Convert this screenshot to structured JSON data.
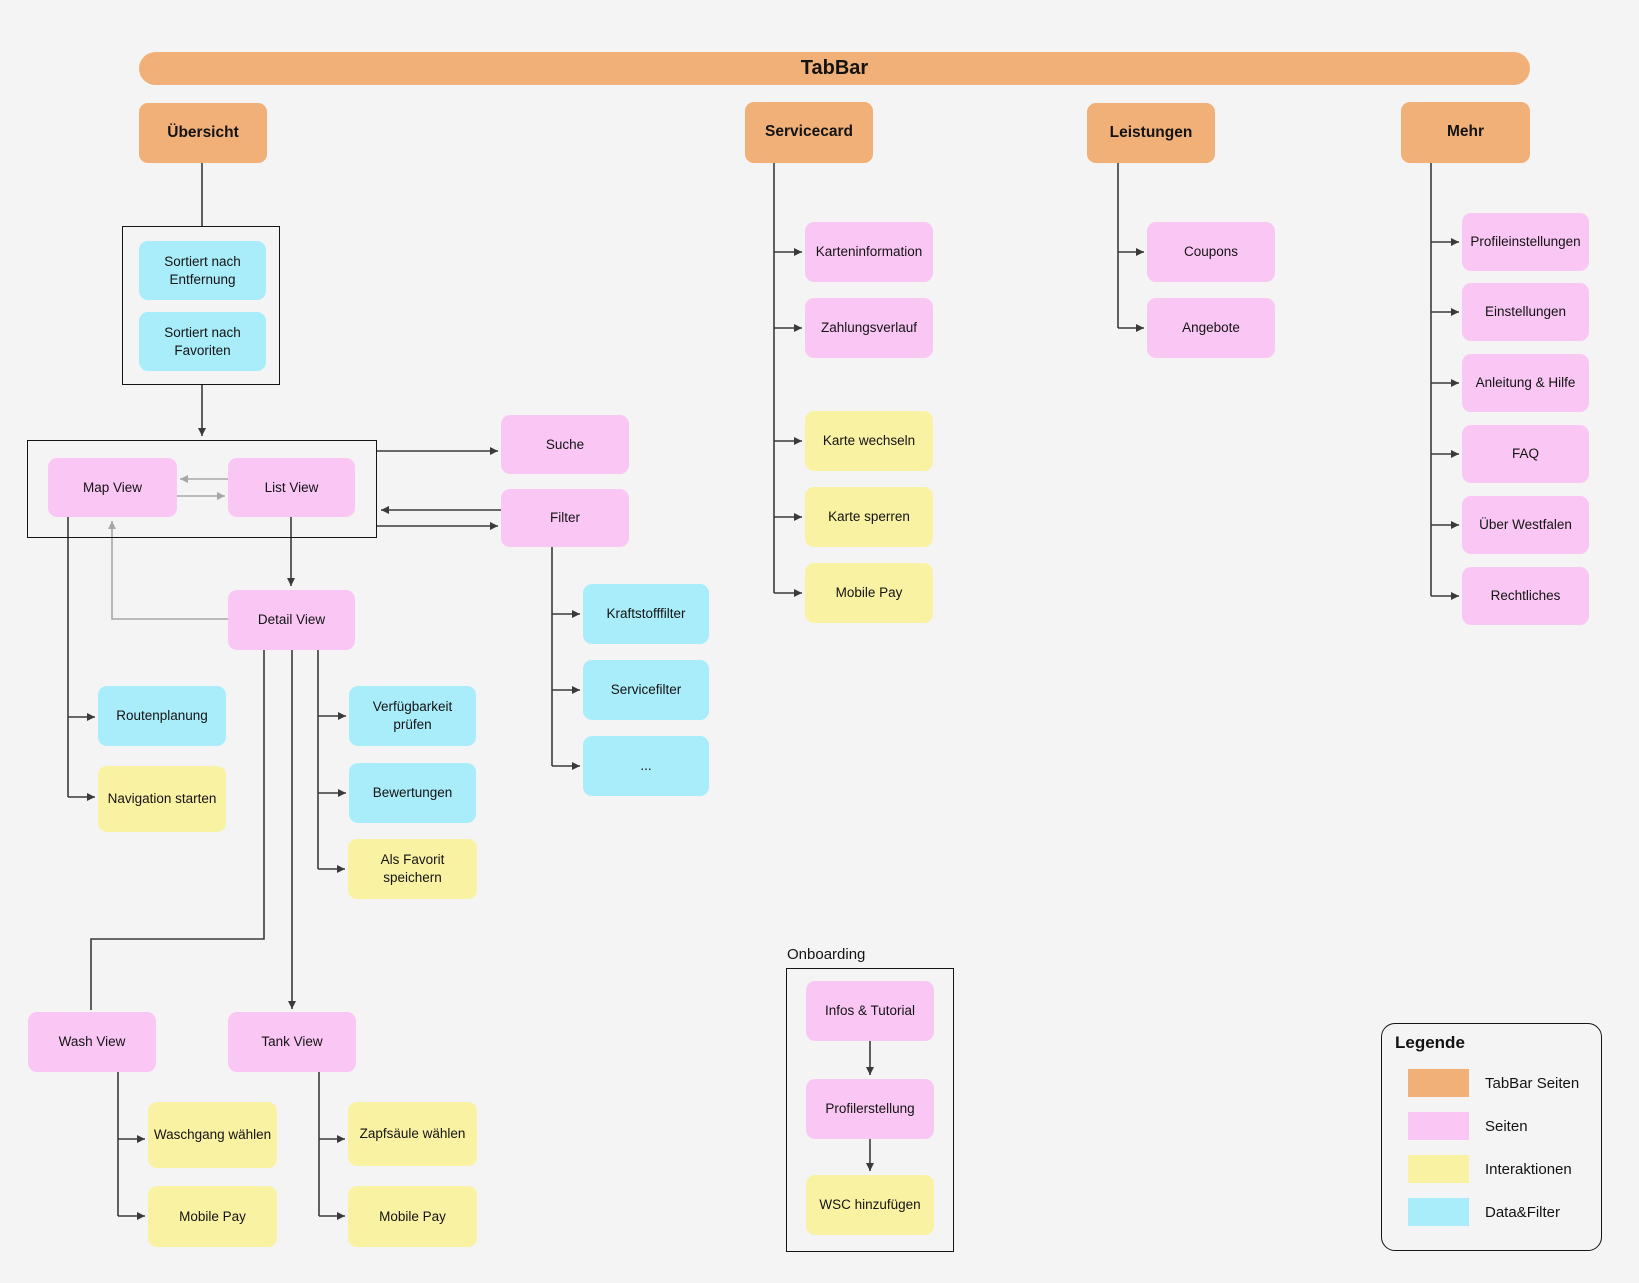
{
  "tabbar": {
    "title": "TabBar"
  },
  "tabs": {
    "uebersicht": "Übersicht",
    "servicecard": "Servicecard",
    "leistungen": "Leistungen",
    "mehr": "Mehr"
  },
  "nodes": {
    "sortiert_entfernung": "Sortiert nach Entfernung",
    "sortiert_favoriten": "Sortiert nach Favoriten",
    "map_view": "Map View",
    "list_view": "List View",
    "suche": "Suche",
    "filter": "Filter",
    "kraftstofffilter": "Kraftstofffilter",
    "servicefilter": "Servicefilter",
    "filter_more": "...",
    "detail_view": "Detail View",
    "routenplanung": "Routenplanung",
    "navigation_starten": "Navigation starten",
    "verfuegbarkeit_pruefen": "Verfügbarkeit prüfen",
    "bewertungen": "Bewertungen",
    "als_favorit_speichern": "Als Favorit speichern",
    "wash_view": "Wash View",
    "tank_view": "Tank View",
    "waschgang_waehlen": "Waschgang wählen",
    "wash_mobile_pay": "Mobile Pay",
    "zapfsaeule_waehlen": "Zapfsäule wählen",
    "tank_mobile_pay": "Mobile Pay",
    "karteninformation": "Karteninformation",
    "zahlungsverlauf": "Zahlungsverlauf",
    "karte_wechseln": "Karte wechseln",
    "karte_sperren": "Karte sperren",
    "servicecard_mobile_pay": "Mobile Pay",
    "coupons": "Coupons",
    "angebote": "Angebote",
    "profileinstellungen": "Profileinstellungen",
    "einstellungen": "Einstellungen",
    "anleitung_hilfe": "Anleitung & Hilfe",
    "faq": "FAQ",
    "ueber_westfalen": "Über Westfalen",
    "rechtliches": "Rechtliches",
    "infos_tutorial": "Infos & Tutorial",
    "profilerstellung": "Profilerstellung",
    "wsc_hinzufuegen": "WSC hinzufügen"
  },
  "groups": {
    "onboarding": "Onboarding"
  },
  "legend": {
    "title": "Legende",
    "items": [
      {
        "label": "TabBar Seiten",
        "color": "#F0B078"
      },
      {
        "label": "Seiten",
        "color": "#FAC7F5"
      },
      {
        "label": "Interaktionen",
        "color": "#FAF2A3"
      },
      {
        "label": "Data&Filter",
        "color": "#A9EDFA"
      }
    ]
  },
  "colors": {
    "tabbar_pages": "#F0B078",
    "pages": "#FAC7F5",
    "interactions": "#FAF2A3",
    "data_filter": "#A9EDFA",
    "connector": "#3a3a3a",
    "connector_secondary": "#A7A7A7",
    "background": "#F5F4F5"
  }
}
